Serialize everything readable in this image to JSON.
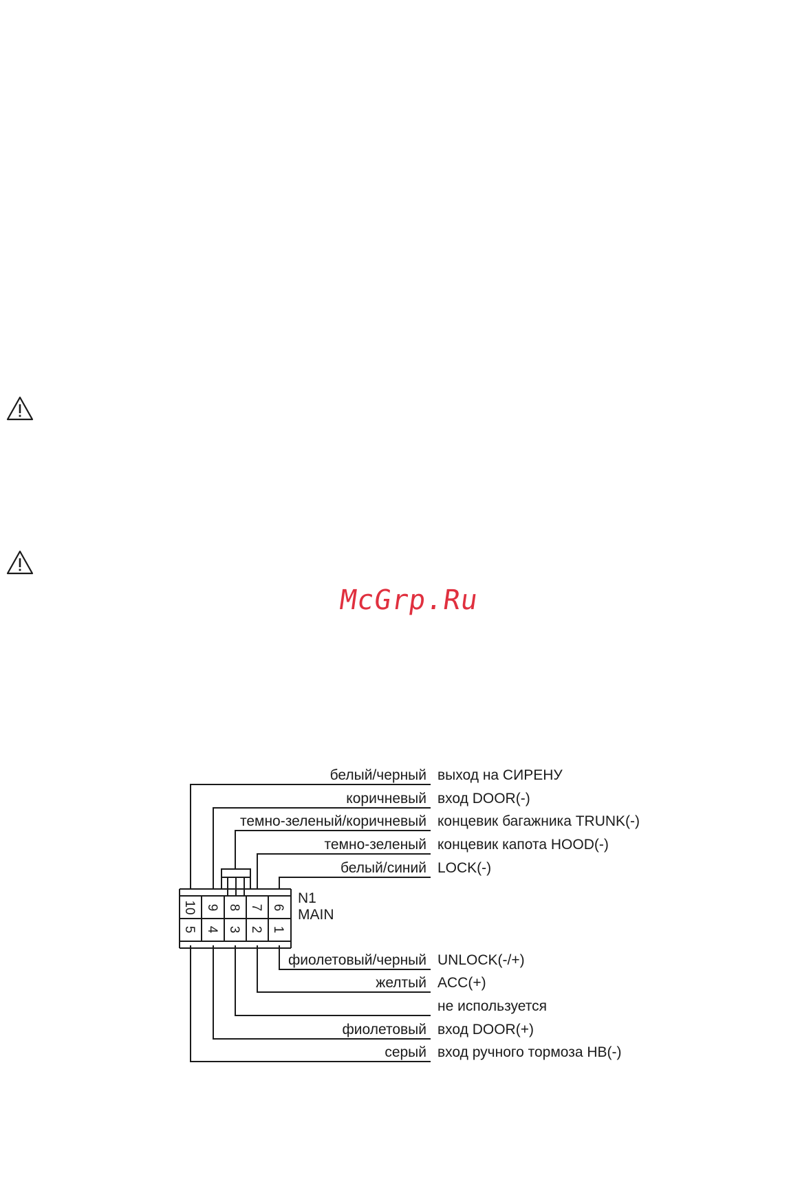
{
  "warnings": [
    {
      "icon": "warning-triangle-icon"
    },
    {
      "icon": "warning-triangle-icon"
    }
  ],
  "watermark": "McGrp.Ru",
  "connector": {
    "name": "N1",
    "subtitle": "MAIN",
    "top_pins": [
      "10",
      "9",
      "8",
      "7",
      "6"
    ],
    "bottom_pins": [
      "5",
      "4",
      "3",
      "2",
      "1"
    ]
  },
  "wires_top": [
    {
      "pin": "10",
      "color": "белый/черный",
      "function": "выход на СИРЕНУ"
    },
    {
      "pin": "9",
      "color": "коричневый",
      "function": "вход DOOR(-)"
    },
    {
      "pin": "8",
      "color": "темно-зеленый/коричневый",
      "function": "концевик багажника TRUNK(-)"
    },
    {
      "pin": "7",
      "color": "темно-зеленый",
      "function": "концевик капота HOOD(-)"
    },
    {
      "pin": "6",
      "color": "белый/синий",
      "function": "LOCK(-)"
    }
  ],
  "wires_bottom": [
    {
      "pin": "1",
      "color": "фиолетовый/черный",
      "function": "UNLOCK(-/+)"
    },
    {
      "pin": "2",
      "color": "желтый",
      "function": "ACC(+)"
    },
    {
      "pin": "3",
      "color": "",
      "function": "не используется"
    },
    {
      "pin": "4",
      "color": "фиолетовый",
      "function": "вход DOOR(+)"
    },
    {
      "pin": "5",
      "color": "серый",
      "function": "вход ручного тормоза HB(-)"
    }
  ]
}
